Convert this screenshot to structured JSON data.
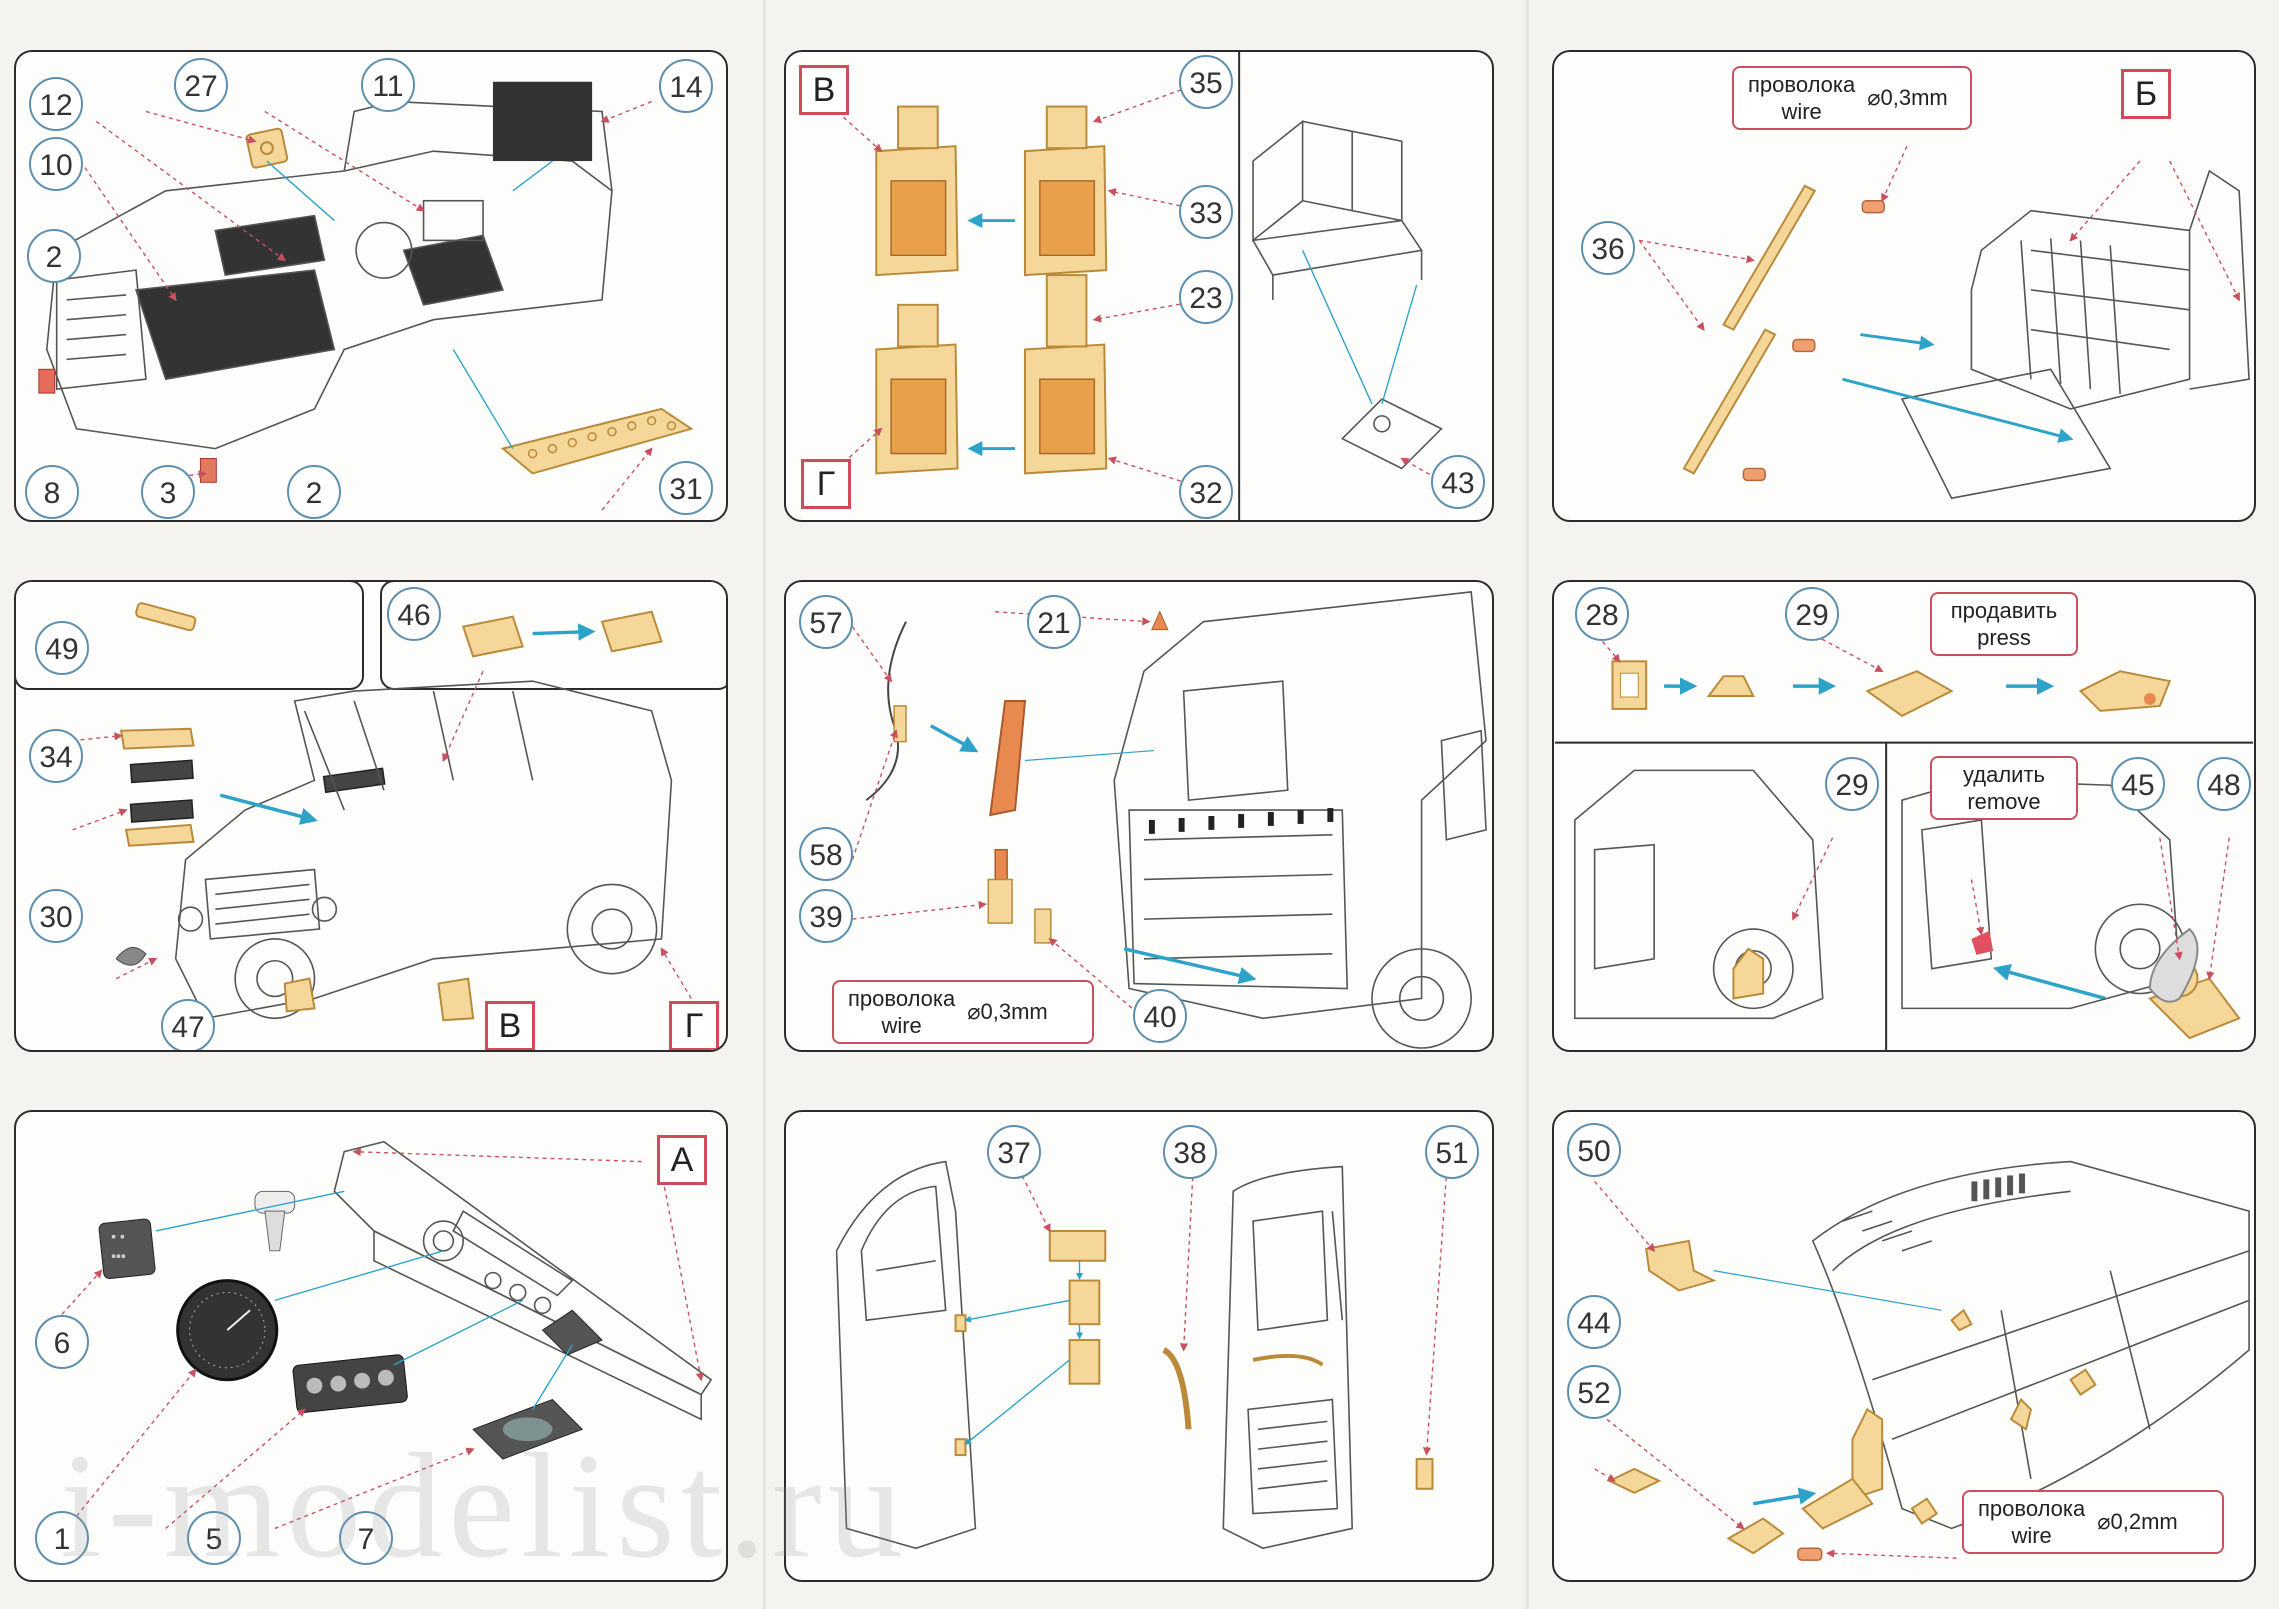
{
  "watermark": "i-modelist.ru",
  "colors": {
    "part_fill": "#f6d79a",
    "part_edge": "#b98a3a",
    "arrow": "#2ea3c9",
    "number_ring": "#5d8fb0",
    "letter_box": "#d14b5a",
    "note_border": "#c9505f"
  },
  "panel1": {
    "numbers": [
      "27",
      "11",
      "14",
      "12",
      "10",
      "2",
      "8",
      "3",
      "2",
      "31"
    ]
  },
  "panel2": {
    "letters": [
      "В",
      "Г"
    ],
    "numbers": [
      "35",
      "33",
      "23",
      "32",
      "43"
    ]
  },
  "panel3": {
    "note": {
      "ru": "проволока",
      "en": "wire",
      "dia": "⌀0,3mm"
    },
    "letter": "Б",
    "numbers": [
      "36"
    ]
  },
  "panel4": {
    "numbers": [
      "49",
      "46",
      "34",
      "30",
      "47"
    ],
    "letters": [
      "В",
      "Г"
    ]
  },
  "panel5": {
    "numbers": [
      "57",
      "21",
      "58",
      "39",
      "40"
    ],
    "note": {
      "ru": "проволока",
      "en": "wire",
      "dia": "⌀0,3mm"
    }
  },
  "panel6": {
    "numbers": [
      "28",
      "29",
      "29",
      "45",
      "48"
    ],
    "note_press": {
      "ru": "продавить",
      "en": "press"
    },
    "note_remove": {
      "ru": "удалить",
      "en": "remove"
    }
  },
  "panel7": {
    "letter": "А",
    "numbers": [
      "6",
      "1",
      "5",
      "7"
    ]
  },
  "panel8": {
    "numbers": [
      "37",
      "38",
      "51"
    ]
  },
  "panel9": {
    "numbers": [
      "50",
      "44",
      "52"
    ],
    "note": {
      "ru": "проволока",
      "en": "wire",
      "dia": "⌀0,2mm"
    }
  }
}
